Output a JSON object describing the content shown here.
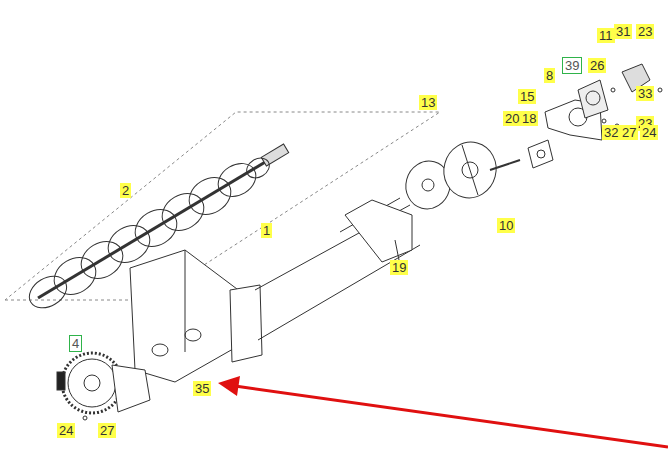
{
  "diagram": {
    "labels": [
      "23",
      "31",
      "11",
      "33",
      "39",
      "26",
      "23",
      "8",
      "15",
      "20",
      "18",
      "32",
      "27",
      "24",
      "13",
      "2",
      "10",
      "1",
      "19",
      "4",
      "35",
      "24",
      "27"
    ]
  }
}
